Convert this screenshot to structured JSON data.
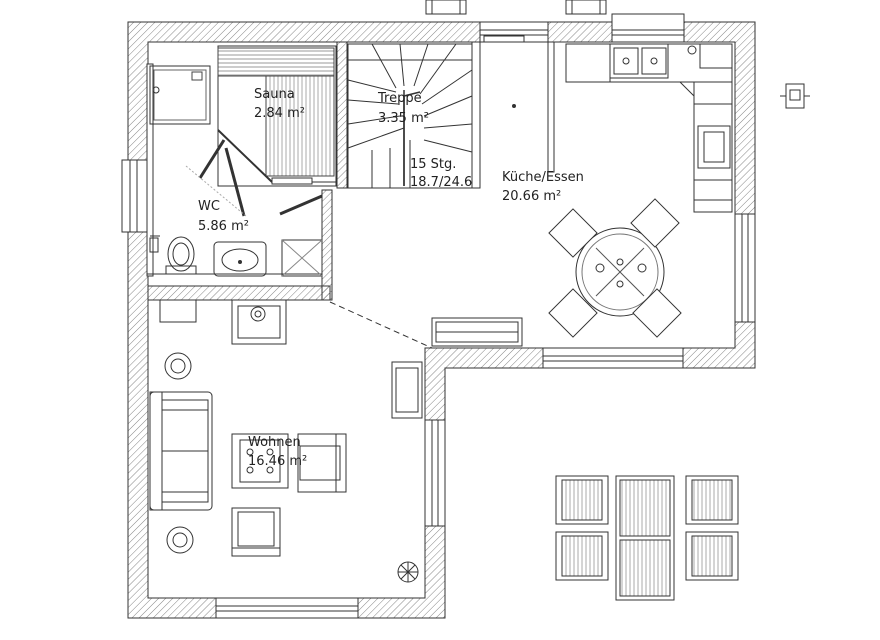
{
  "rooms": {
    "sauna": {
      "name": "Sauna",
      "area": "2.84 m²"
    },
    "treppe": {
      "name": "Treppe",
      "area": "3.35 m²"
    },
    "stairs": {
      "steps": "15 Stg.",
      "ratio": "18.7/24.6"
    },
    "wc": {
      "name": "WC",
      "area": "5.86 m²"
    },
    "kueche": {
      "name": "Küche/Essen",
      "area": "20.66 m²"
    },
    "wohnen": {
      "name": "Wohnen",
      "area": "16.46 m²"
    }
  },
  "colors": {
    "line": "#333333",
    "wall_hatch": "#555555",
    "background": "#ffffff"
  }
}
